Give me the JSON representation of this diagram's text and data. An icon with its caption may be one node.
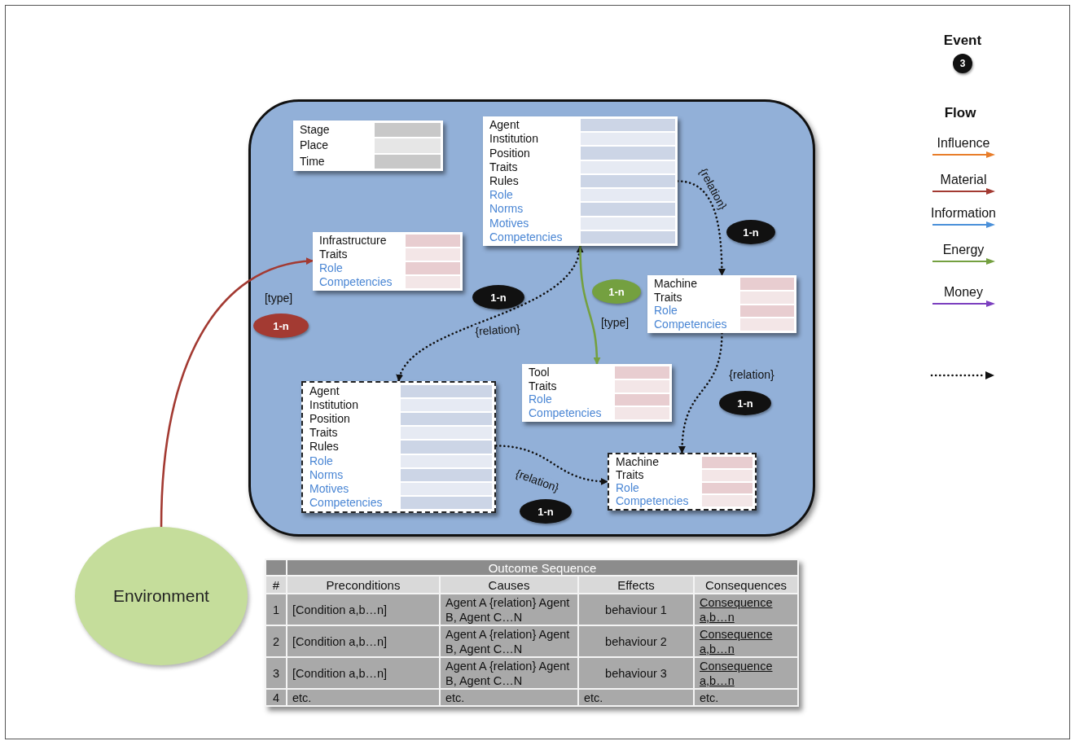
{
  "diagram": {
    "nodes": [
      {
        "text": [
          "3"
        ],
        "beside": [
          "Event"
        ]
      },
      {
        "text": [],
        "shape": "box"
      },
      {
        "text": [
          "Stage",
          "Place",
          "Time"
        ],
        "in": 1
      },
      {
        "text": [
          "Agent",
          "Institution",
          "Position",
          "Traits",
          "Rules",
          "Role",
          "Norms",
          "Motives",
          "Competencies"
        ],
        "in": 1
      },
      {
        "text": [
          "Infrastructure",
          "Traits",
          "Role",
          "Competencies"
        ],
        "in": 1
      },
      {
        "text": [
          "1-n"
        ],
        "in": 1
      },
      {
        "text": [
          "1-n"
        ],
        "in": 1
      },
      {
        "text": [
          "1-n"
        ],
        "in": 1
      },
      {
        "text": [
          "Machine",
          "Traits",
          "Role",
          "Competencies"
        ],
        "in": 1
      },
      {
        "text": [
          "1-n"
        ],
        "in": 1
      },
      {
        "text": [
          "Tool",
          "Traits",
          "Role",
          "Competencies"
        ],
        "in": 1
      },
      {
        "text": [
          "Agent",
          "Institution",
          "Position",
          "Traits",
          "Rules",
          "Role",
          "Norms",
          "Motives",
          "Competencies"
        ],
        "in": 1
      },
      {
        "text": [
          "1-n"
        ],
        "in": 1
      },
      {
        "text": [
          "Machine",
          "Traits",
          "Role",
          "Competencies"
        ],
        "in": 1
      },
      {
        "text": [
          "1-n"
        ],
        "in": 1
      },
      {
        "text": [
          "Environment"
        ]
      }
    ],
    "edges": [
      {
        "from": 15,
        "to": 4,
        "arrow": "to",
        "color": "#a33a32",
        "label": "[type]"
      },
      {
        "from": 11,
        "to": 3,
        "arrow": "both",
        "style": "dashed",
        "label": "{relation}"
      },
      {
        "from": 3,
        "to": 8,
        "arrow": "to",
        "style": "dashed",
        "label": "{relation}"
      },
      {
        "from": 3,
        "to": 10,
        "arrow": "to",
        "color": "#74a040",
        "label": "[type]"
      },
      {
        "from": 8,
        "to": 13,
        "arrow": "to",
        "style": "dashed",
        "label": "{relation}"
      },
      {
        "from": 11,
        "to": 13,
        "arrow": "to",
        "style": "dashed",
        "label": "{relation}"
      }
    ],
    "labels": [
      "Flow",
      "Outcome Sequence",
      "#",
      "Preconditions",
      "Causes",
      "Effects",
      "Consequences",
      "1",
      "[Condition a,b…n]",
      "Agent A {relation} Agent B, Agent C…N",
      "behaviour 1",
      "Consequence a,b…n",
      "2",
      "[Condition a,b…n]",
      "Agent A {relation} Agent B, Agent C…N",
      "behaviour 2",
      "Consequence a,b…n",
      "3",
      "[Condition a,b…n]",
      "Agent A {relation} Agent B, Agent C…N",
      "behaviour 3",
      "Consequence a,b…n",
      "4",
      "etc.",
      "etc.",
      "etc.",
      "etc."
    ],
    "legend": [
      {
        "text": "Influence",
        "color": "#e87d2a"
      },
      {
        "text": "Material",
        "color": "#a33a32"
      },
      {
        "text": "Information",
        "color": "#4a90d9"
      },
      {
        "text": "Energy",
        "color": "#74a040"
      },
      {
        "text": "Money",
        "color": "#7b3fbf"
      }
    ]
  }
}
